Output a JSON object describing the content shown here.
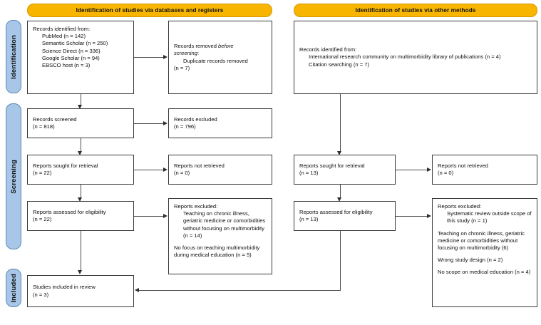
{
  "diagram": {
    "title": "PRISMA 2020 flow diagram",
    "colors": {
      "banner_fill": "#f7b500",
      "stage_fill": "#a8c6e8",
      "box_border": "#3a3a3a",
      "connector": "#4a4a4a"
    }
  },
  "banners": {
    "databases": "Identification of studies via databases and registers",
    "other_methods": "Identification of studies via other methods"
  },
  "stages": {
    "identification": "Identification",
    "screening": "Screening",
    "included": "Included"
  },
  "left": {
    "records_identified": {
      "heading": "Records identified from:",
      "sources": [
        "PubMed (n = 142)",
        "Semantic Scholar (n = 250)",
        "Science Direct (n = 336)",
        "Google Scholar (n = 94)",
        "EBSCO host (n = 3)"
      ]
    },
    "records_removed": {
      "line1": "Records removed ",
      "line1_em": "before",
      "line2_em": "screening",
      "line2_tail": ":",
      "detail": "Duplicate records removed",
      "detail_n": "(n = 7)"
    },
    "records_screened": {
      "label": "Records screened",
      "count": "(n = 818)"
    },
    "records_excluded": {
      "label": "Records excluded",
      "count": "(n = 796)"
    },
    "reports_sought": {
      "label": "Reports sought for retrieval",
      "count": "(n = 22)"
    },
    "reports_not_retrieved": {
      "label": "Reports not retrieved",
      "count": "(n = 0)"
    },
    "reports_assessed": {
      "label": "Reports assessed for eligibility",
      "count": "(n = 22)"
    },
    "reports_excluded": {
      "heading": "Reports excluded:",
      "reasons": [
        "Teaching on chronic illness, geriatric medicine or comorbidities without focusing on multimorbidity (n = 14)",
        "No focus on teaching multimorbidity during medical education (n = 5)"
      ]
    }
  },
  "right": {
    "records_identified": {
      "heading": "Records identified from:",
      "sources": [
        "International research community on multimorbidity library of publications (n = 4)",
        "Citation searching (n = 7)"
      ]
    },
    "reports_sought": {
      "label": "Reports sought for retrieval",
      "count": "(n = 13)"
    },
    "reports_not_retrieved": {
      "label": "Reports not retrieved",
      "count": "(n = 0)"
    },
    "reports_assessed": {
      "label": "Reports assessed for eligibility",
      "count": "(n = 13)"
    },
    "reports_excluded": {
      "heading": "Reports excluded:",
      "reasons": [
        "Systematic review outside scope of this study (n = 1)",
        "Teaching on chronic illness, geriatric medicine or comorbidities without focusing on multimorbidity (6)",
        "Wrong study design (n = 2)",
        "No scope on medical education (n = 4)"
      ]
    }
  },
  "included": {
    "studies_included": {
      "label": "Studies included in review",
      "count": "(n = 3)"
    }
  }
}
